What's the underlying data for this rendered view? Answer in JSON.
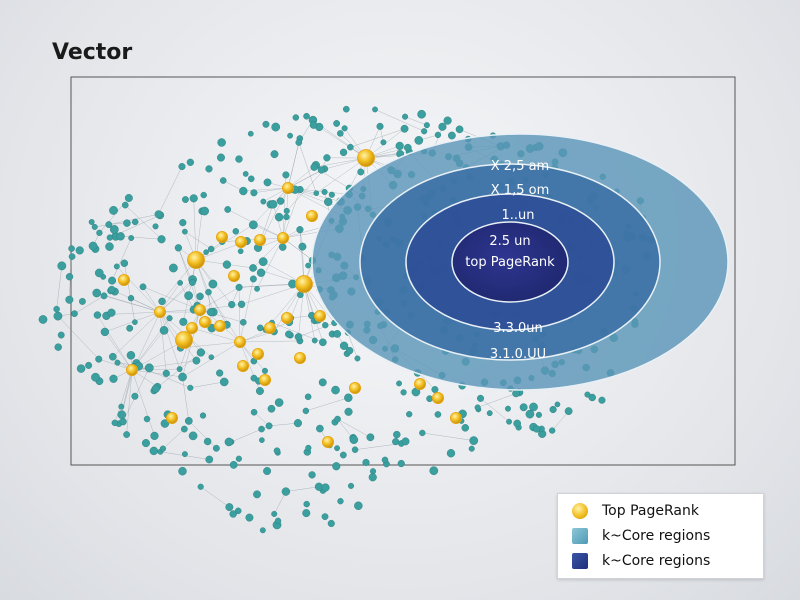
{
  "title": "Vector",
  "rings": [
    {
      "label": "X 2,5 am"
    },
    {
      "label": "X 1,5 om"
    },
    {
      "label": "1..un"
    },
    {
      "label": "2.5 un"
    },
    {
      "label": "top PageRank"
    },
    {
      "label": "3.3.0un"
    },
    {
      "label": "3.1.0.UU"
    }
  ],
  "legend": [
    {
      "label": "Top PageRank",
      "color": "#f2bd1f",
      "shape": "dot"
    },
    {
      "label": "k~Core regions",
      "color": "#5ea8c0",
      "shape": "square"
    },
    {
      "label": "k~Core regions",
      "color": "#243c8e",
      "shape": "square"
    }
  ],
  "colors": {
    "node": "#3a9f9e",
    "top_node": "#f2bd1f",
    "edge": "#7b8b93",
    "ring_outer": "#5b96b8",
    "ring_mid": "#3b6ea4",
    "ring_inner": "#2d4e96",
    "ring_core": "#262f7e"
  }
}
